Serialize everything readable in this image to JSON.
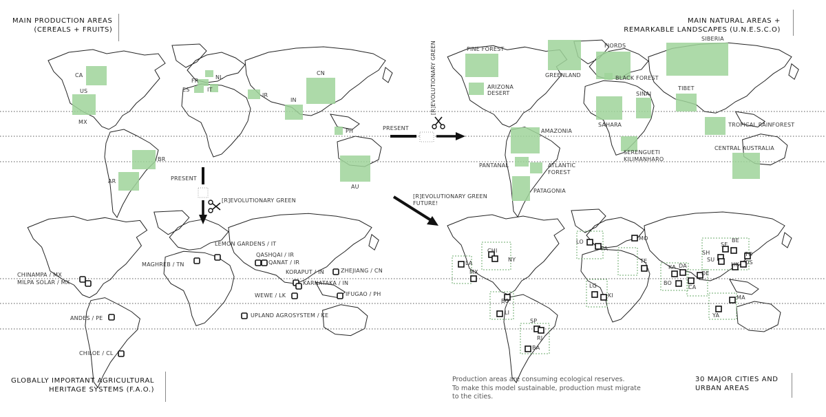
{
  "titles": {
    "top_left": [
      "MAIN PRODUCTION AREAS",
      "(CEREALS + FRUITS)"
    ],
    "top_right": [
      "MAIN NATURAL AREAS +",
      "REMARKABLE LANDSCAPES (U.N.E.S.C.O)"
    ],
    "bottom_left": [
      "GLOBALLY IMPORTANT AGRICULTURAL",
      "HERITAGE SYSTEMS (F.A.O.)"
    ],
    "bottom_right": [
      "30 MAJOR CITIES AND",
      "URBAN AREAS"
    ]
  },
  "note": [
    "Production areas are consuming ecological reserves.",
    "To make this model sustainable, production must migrate",
    "to the cities."
  ],
  "flow": {
    "present_1": "PRESENT",
    "revgreen_1": "[R]EVOLUTIONARY GREEN",
    "present_2": "PRESENT",
    "revgreen_2": "[R]EVOLUTIONARY GREEN",
    "future": [
      "[R]EVOLUTIONARY GREEN",
      "FUTURE!"
    ]
  },
  "production_areas": [
    "CA",
    "US",
    "MX",
    "BR",
    "AR",
    "FR",
    "NL",
    "ES",
    "IT",
    "IR",
    "IN",
    "CN",
    "PH",
    "AU"
  ],
  "natural_areas": [
    "PINE FOREST",
    "GREENLAND",
    "FIORDS",
    "SIBERIA",
    "ARIZONA",
    "DESERT",
    "BLACK FOREST",
    "TIBET",
    "SINAI",
    "SAHARA",
    "TROPICAL RAINFOREST",
    "AMAZONIA",
    "SERENGUETI",
    "KILIMANHARO",
    "CENTRAL AUSTRALIA",
    "PANTANAL",
    "ATLANTIC",
    "FOREST",
    "PATAGONIA"
  ],
  "heritage_systems": [
    "CHINAMPA / MX",
    "MILPA SOLAR / MX",
    "ANDES / PE",
    "CHILOE / CL",
    "MAGHREB / TN",
    "LEMON GARDENS / IT",
    "QASHQAI / IR",
    "QANAT / IR",
    "KORAPUT / IN",
    "KARNATAKA / IN",
    "WEWE / LK",
    "UPLAND AGROSYSTEM / KE",
    "ZHEJIANG / CN",
    "IFUGAO / PH"
  ],
  "cities": [
    "LA",
    "MX",
    "CHI",
    "NY",
    "BO",
    "LI",
    "SP",
    "RJ",
    "BA",
    "LO",
    "PA",
    "MO",
    "TE",
    "LG",
    "KI",
    "KA",
    "DA",
    "BO",
    "DE",
    "CA",
    "SH",
    "SE",
    "BE",
    "SU",
    "TO",
    "HK",
    "OS",
    "MA",
    "YA"
  ],
  "colors": {
    "green_fill": "#9fd39a",
    "green_dash": "#6aa86a",
    "outline": "#222"
  }
}
